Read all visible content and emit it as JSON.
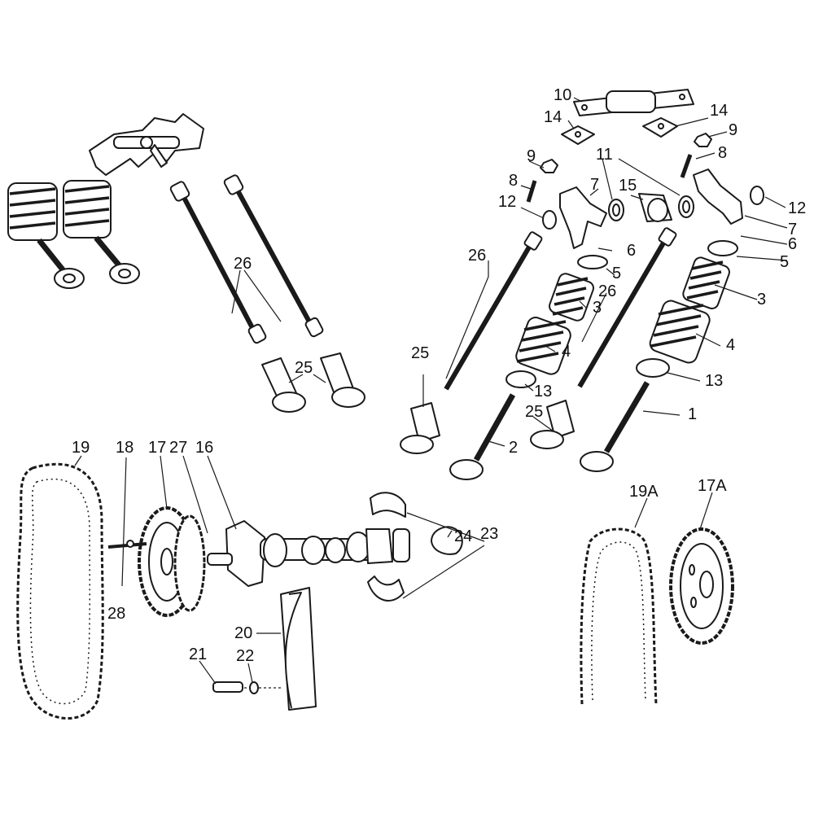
{
  "callouts": {
    "c1": "1",
    "c2": "2",
    "c3a": "3",
    "c3b": "3",
    "c4a": "4",
    "c4b": "4",
    "c5a": "5",
    "c5b": "5",
    "c6a": "6",
    "c6b": "6",
    "c7a": "7",
    "c7b": "7",
    "c8a": "8",
    "c8b": "8",
    "c9a": "9",
    "c9b": "9",
    "c10": "10",
    "c11": "11",
    "c12a": "12",
    "c12b": "12",
    "c13a": "13",
    "c13b": "13",
    "c14a": "14",
    "c14b": "14",
    "c15": "15",
    "c16": "16",
    "c17": "17",
    "c17A": "17A",
    "c18": "18",
    "c19": "19",
    "c19A": "19A",
    "c20": "20",
    "c21": "21",
    "c22": "22",
    "c23": "23",
    "c24": "24",
    "c25a": "25",
    "c25b": "25",
    "c25c": "25",
    "c26a": "26",
    "c26b": "26",
    "c26c": "26",
    "c27": "27",
    "c28": "28"
  },
  "colors": {
    "ink": "#1a1a1a",
    "paper": "#ffffff"
  }
}
